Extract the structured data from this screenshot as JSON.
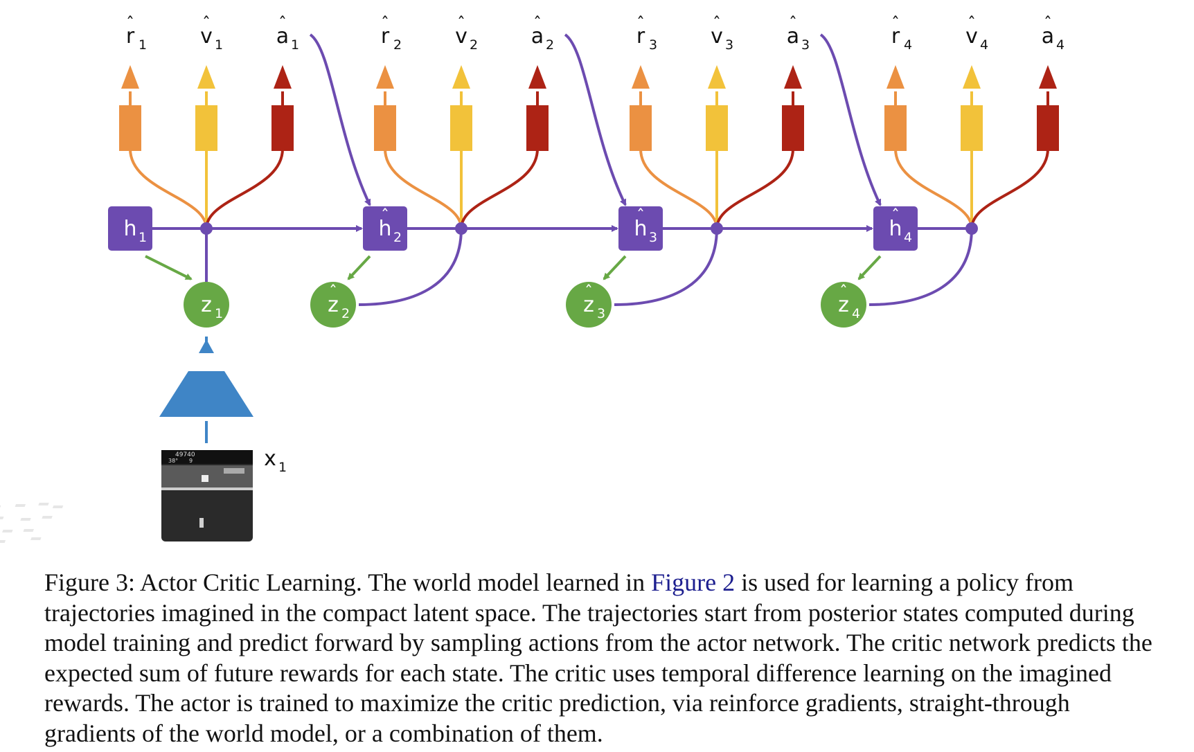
{
  "colors": {
    "reward": "#eb9142",
    "value": "#f2c23a",
    "action": "#ad2315",
    "deterministic_state": "#6c4bb0",
    "stochastic_state": "#67a845",
    "encoder": "#3f85c6",
    "text": "#111111",
    "link": "#1d1f8f"
  },
  "icons": {
    "encoder": "trapezoid-encoder-icon",
    "observation": "atari-frame-thumbnail",
    "arrows": "arrow-icon"
  },
  "diagram": {
    "steps": [
      {
        "h": {
          "base": "h",
          "sub": "1",
          "hat": false
        },
        "z": {
          "base": "z",
          "sub": "1",
          "hat": false
        },
        "r": {
          "base": "r",
          "sub": "1"
        },
        "v": {
          "base": "v",
          "sub": "1"
        },
        "a": {
          "base": "a",
          "sub": "1"
        }
      },
      {
        "h": {
          "base": "h",
          "sub": "2",
          "hat": true
        },
        "z": {
          "base": "z",
          "sub": "2",
          "hat": true
        },
        "r": {
          "base": "r",
          "sub": "2"
        },
        "v": {
          "base": "v",
          "sub": "2"
        },
        "a": {
          "base": "a",
          "sub": "2"
        }
      },
      {
        "h": {
          "base": "h",
          "sub": "3",
          "hat": true
        },
        "z": {
          "base": "z",
          "sub": "3",
          "hat": true
        },
        "r": {
          "base": "r",
          "sub": "3"
        },
        "v": {
          "base": "v",
          "sub": "3"
        },
        "a": {
          "base": "a",
          "sub": "3"
        }
      },
      {
        "h": {
          "base": "h",
          "sub": "4",
          "hat": true
        },
        "z": {
          "base": "z",
          "sub": "4",
          "hat": true
        },
        "r": {
          "base": "r",
          "sub": "4"
        },
        "v": {
          "base": "v",
          "sub": "4"
        },
        "a": {
          "base": "a",
          "sub": "4"
        }
      }
    ],
    "observation": {
      "label_base": "x",
      "label_sub": "1",
      "score_text": "49740",
      "hud_left": "38°",
      "hud_right": "9"
    }
  },
  "caption": {
    "prefix": "Figure 3: Actor Critic Learning. The world model learned in ",
    "link_text": "Figure 2",
    "body": " is used for learning a policy from trajectories imagined in the compact latent space. The trajectories start from posterior states computed during model training and predict forward by sampling actions from the actor network. The critic network predicts the expected sum of future rewards for each state. The critic uses temporal difference learning on the imagined rewards. The actor is trained to maximize the critic prediction, via reinforce gradients, straight-through gradients of the world model, or a combination of them."
  }
}
